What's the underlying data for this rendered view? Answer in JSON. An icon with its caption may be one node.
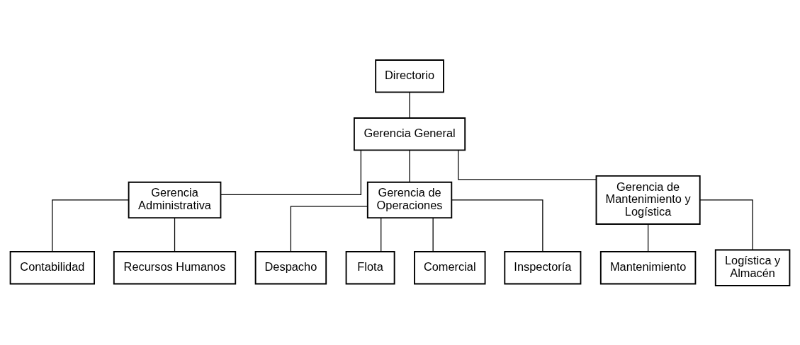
{
  "diagram": {
    "nodes": [
      {
        "text": [
          "Directorio"
        ]
      },
      {
        "text": [
          "Gerencia General"
        ]
      },
      {
        "text": [
          "Gerencia Administrativa"
        ]
      },
      {
        "text": [
          "Gerencia de Operaciones"
        ]
      },
      {
        "text": [
          "Gerencia de Mantenimiento y Logística"
        ]
      },
      {
        "text": [
          "Contabilidad"
        ]
      },
      {
        "text": [
          "Recursos Humanos"
        ]
      },
      {
        "text": [
          "Despacho"
        ]
      },
      {
        "text": [
          "Flota"
        ]
      },
      {
        "text": [
          "Comercial"
        ]
      },
      {
        "text": [
          "Inspectoría"
        ]
      },
      {
        "text": [
          "Mantenimiento"
        ]
      },
      {
        "text": [
          "Logística y Almacén"
        ]
      }
    ],
    "edges": [
      {
        "from": 0,
        "to": 1,
        "arrow": "none"
      },
      {
        "from": 1,
        "to": 2,
        "arrow": "none"
      },
      {
        "from": 1,
        "to": 3,
        "arrow": "none"
      },
      {
        "from": 1,
        "to": 4,
        "arrow": "none"
      },
      {
        "from": 2,
        "to": 5,
        "arrow": "none"
      },
      {
        "from": 2,
        "to": 6,
        "arrow": "none"
      },
      {
        "from": 3,
        "to": 7,
        "arrow": "none"
      },
      {
        "from": 3,
        "to": 8,
        "arrow": "none"
      },
      {
        "from": 3,
        "to": 9,
        "arrow": "none"
      },
      {
        "from": 3,
        "to": 10,
        "arrow": "none"
      },
      {
        "from": 4,
        "to": 11,
        "arrow": "none"
      },
      {
        "from": 4,
        "to": 12,
        "arrow": "none"
      }
    ]
  }
}
